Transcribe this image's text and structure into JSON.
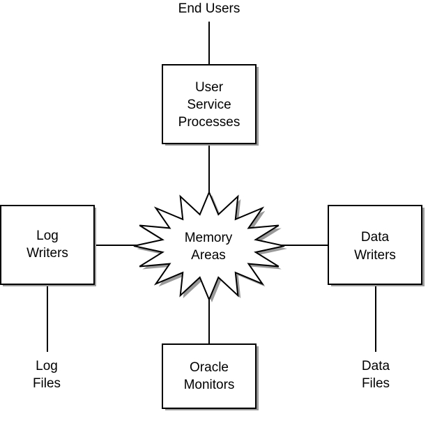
{
  "diagram": {
    "end_users": "End Users",
    "user_service": {
      "line1": "User",
      "line2": "Service",
      "line3": "Processes"
    },
    "log_writers": {
      "line1": "Log",
      "line2": "Writers"
    },
    "memory_areas": {
      "line1": "Memory",
      "line2": "Areas"
    },
    "data_writers": {
      "line1": "Data",
      "line2": "Writers"
    },
    "oracle_monitors": {
      "line1": "Oracle",
      "line2": "Monitors"
    },
    "log_files": {
      "line1": "Log",
      "line2": "Files"
    },
    "data_files": {
      "line1": "Data",
      "line2": "Files"
    }
  }
}
